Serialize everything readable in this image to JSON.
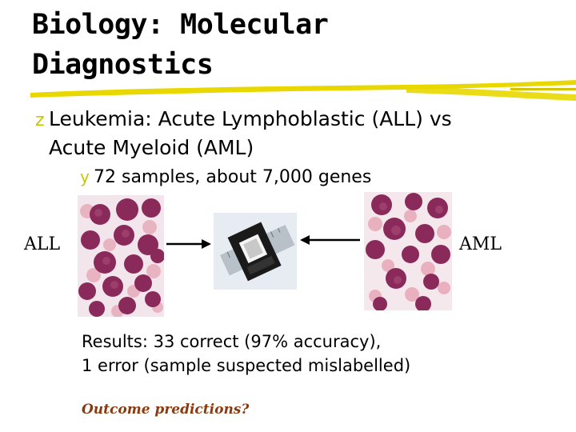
{
  "slide": {
    "title_line1": "Biology: Molecular",
    "title_line2": "Diagnostics",
    "bullet_marker_1": "z",
    "bullet1_line1": "Leukemia: Acute Lymphoblastic (ALL) vs",
    "bullet1_line2": "Acute Myeloid (AML)",
    "bullet_marker_2": "y",
    "bullet2": "72 samples, about 7,000 genes",
    "label_left": "ALL",
    "label_right": "AML",
    "results_line1": "Results: 33 correct (97% accuracy),",
    "results_line2": "1 error (sample suspected mislabelled)",
    "outcome": "Outcome predictions?"
  },
  "colors": {
    "accent_underline": "#e8d800",
    "bullet": "#c8c800",
    "outcome": "#8b3a10",
    "cell_purple": "#8a2a5a",
    "cell_pink": "#e8a8b8"
  },
  "icons": [
    "all-cells-micrograph",
    "microarray-chip-photo",
    "aml-cells-micrograph",
    "arrow-right-icon",
    "arrow-left-icon"
  ]
}
